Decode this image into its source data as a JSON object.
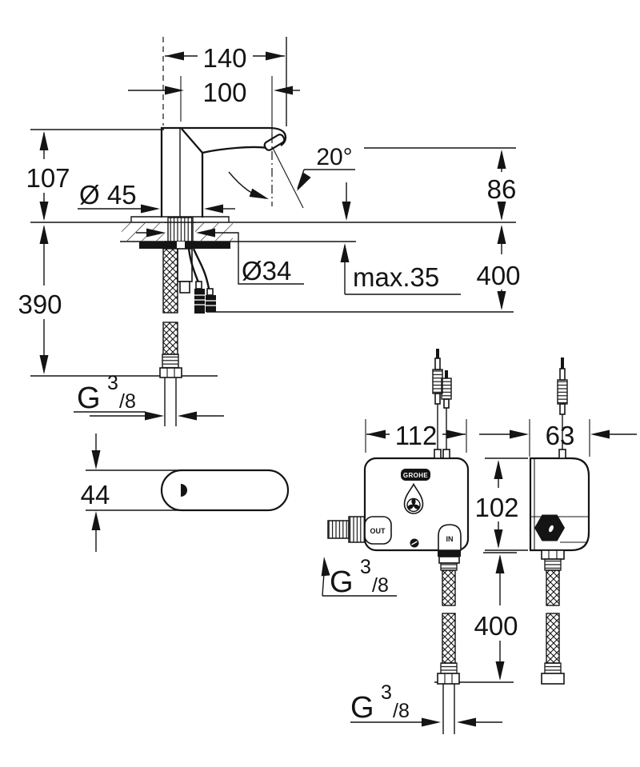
{
  "page": {
    "background": "#ffffff",
    "line_color": "#141414"
  },
  "faucet_view": {
    "reach_overall": "140",
    "reach_to_outlet": "100",
    "height_to_outlet": "107",
    "body_diameter": "Ø 45",
    "outlet_angle": "20°",
    "outlet_height": "86",
    "hole_diameter": "Ø34",
    "max_deck_thickness": "max.35",
    "cable_drop": "400",
    "hose_drop": "390",
    "spout_width": "44"
  },
  "control_box": {
    "width": "112",
    "depth": "63",
    "height": "102",
    "hose_length": "400",
    "logo_text": "GROHE",
    "outlet_label": "OUT",
    "inlet_label": "IN"
  },
  "thread_label": {
    "prefix": "G",
    "numerator": "3",
    "denominator": "/8"
  }
}
